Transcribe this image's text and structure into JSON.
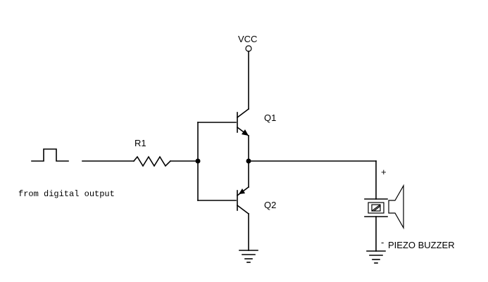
{
  "labels": {
    "vcc": "VCC",
    "q1": "Q1",
    "q2": "Q2",
    "r1": "R1",
    "input_note": "from digital output",
    "plus": "+",
    "minus": "-",
    "buzzer": "PIEZO BUZZER"
  },
  "colors": {
    "line": "#000000",
    "background": "#ffffff"
  }
}
